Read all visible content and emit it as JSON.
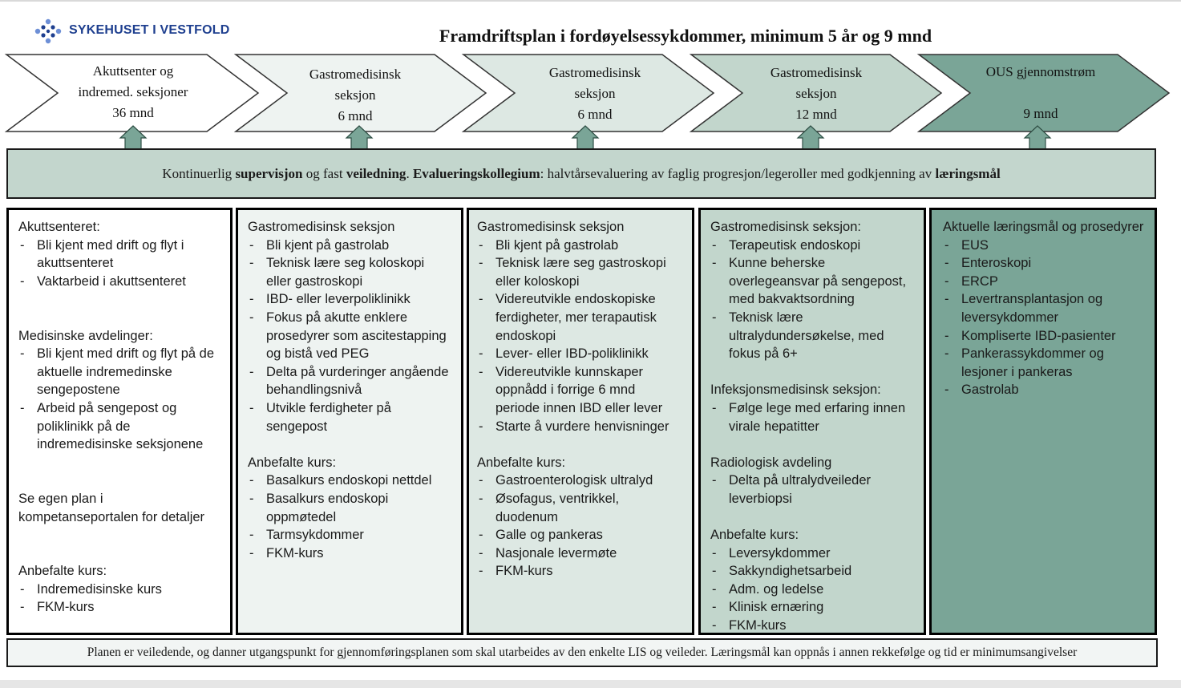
{
  "header": {
    "logo_text": "SYKEHUSET I VESTFOLD",
    "title": "Framdriftsplan i fordøyelsessykdommer, minimum 5 år og 9 mnd"
  },
  "colors": {
    "phase1": "#ffffff",
    "phase2": "#eef3f1",
    "phase3": "#dde8e3",
    "phase4": "#c2d6cc",
    "phase5": "#7aa597",
    "banner": "#c3d6cd",
    "logo_blue": "#1e3f8f"
  },
  "phases": [
    {
      "lines": [
        "Akuttsenter og",
        "indremed. seksjoner",
        "36 mnd"
      ]
    },
    {
      "lines": [
        "Gastromedisinsk",
        "seksjon",
        "6 mnd"
      ]
    },
    {
      "lines": [
        "Gastromedisinsk",
        "seksjon",
        "6 mnd"
      ]
    },
    {
      "lines": [
        "Gastromedisinsk",
        "seksjon",
        "12 mnd"
      ]
    },
    {
      "lines": [
        "OUS gjennomstrøm",
        "",
        "9 mnd"
      ]
    }
  ],
  "banner": {
    "t1": "Kontinuerlig ",
    "b1": "supervisjon",
    "t2": " og fast ",
    "b2": "veiledning",
    "t3": ". ",
    "b3": "Evalueringskollegium",
    "t4": ": halvtårsevaluering av faglig progresjon/legeroller med godkjenning av ",
    "b4": "læringsmål"
  },
  "columns": [
    {
      "blocks": [
        {
          "title": "Akuttsenteret:",
          "items": [
            "Bli kjent med drift og flyt i akuttsenteret",
            "Vaktarbeid i akuttsenteret"
          ]
        },
        {
          "title": "Medisinske avdelinger:",
          "items": [
            "Bli kjent med drift og flyt på de aktuelle indremedinske sengepostene",
            "Arbeid på sengepost og poliklinikk på de indremedisinske seksjonene"
          ]
        },
        {
          "title": "Se egen plan i kompetanseportalen for detaljer",
          "items": []
        },
        {
          "title": "Anbefalte kurs:",
          "items": [
            "Indremedisinske kurs",
            "FKM-kurs"
          ]
        }
      ]
    },
    {
      "blocks": [
        {
          "title": "Gastromedisinsk seksjon",
          "items": [
            "Bli kjent på gastrolab",
            "Teknisk lære seg koloskopi eller gastroskopi",
            "IBD- eller leverpoliklinikk",
            "Fokus på akutte enklere prosedyrer som ascitestapping og bistå ved PEG",
            "Delta på vurderinger angående behandlingsnivå",
            "Utvikle ferdigheter på sengepost"
          ]
        },
        {
          "title": "Anbefalte kurs:",
          "items": [
            "Basalkurs endoskopi nettdel",
            "Basalkurs endoskopi oppmøtedel",
            "Tarmsykdommer",
            "FKM-kurs"
          ]
        }
      ]
    },
    {
      "blocks": [
        {
          "title": "Gastromedisinsk seksjon",
          "items": [
            "Bli kjent på gastrolab",
            "Teknisk lære seg gastroskopi eller koloskopi",
            "Videreutvikle endoskopiske ferdigheter, mer terapautisk endoskopi",
            "Lever- eller IBD-poliklinikk",
            "Videreutvikle kunnskaper oppnådd i forrige 6 mnd periode innen IBD eller lever",
            "Starte å vurdere henvisninger"
          ]
        },
        {
          "title": "Anbefalte kurs:",
          "items": [
            "Gastroenterologisk ultralyd",
            "Øsofagus, ventrikkel, duodenum",
            "Galle og pankeras",
            "Nasjonale levermøte",
            "FKM-kurs"
          ]
        }
      ]
    },
    {
      "blocks": [
        {
          "title": "Gastromedisinsk seksjon:",
          "items": [
            "Terapeutisk endoskopi",
            "Kunne beherske overlegeansvar på sengepost, med bakvaktsordning",
            "Teknisk lære ultralydundersøkelse, med fokus på 6+"
          ]
        },
        {
          "title": "Infeksjonsmedisinsk seksjon:",
          "items": [
            "Følge lege med erfaring innen virale hepatitter"
          ]
        },
        {
          "title": "Radiologisk avdeling",
          "items": [
            "Delta på ultralydveileder leverbiopsi"
          ]
        },
        {
          "title": "Anbefalte kurs:",
          "items": [
            "Leversykdommer",
            "Sakkyndighetsarbeid",
            "Adm. og ledelse",
            "Klinisk ernæring",
            "FKM-kurs"
          ]
        }
      ]
    },
    {
      "blocks": [
        {
          "title": "Aktuelle læringsmål og prosedyrer",
          "items": [
            "EUS",
            "Enteroskopi",
            "ERCP",
            "Levertransplantasjon og leversykdommer",
            "Kompliserte IBD-pasienter",
            "Pankerassykdommer og lesjoner i pankeras",
            "Gastrolab"
          ]
        }
      ]
    }
  ],
  "footer": {
    "text": "Planen er veiledende, og danner utgangspunkt for gjennomføringsplanen som skal utarbeides av den enkelte LIS og veileder. Læringsmål kan oppnås i annen rekkefølge og  tid er minimumsangivelser"
  }
}
